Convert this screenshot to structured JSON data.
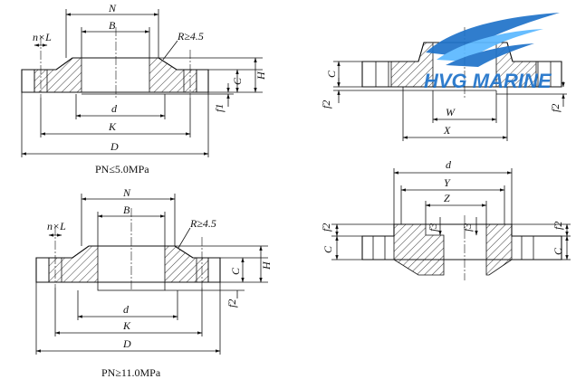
{
  "diagram_1": {
    "labels": {
      "N": "N",
      "B": "B",
      "nxl": "n×L",
      "r": "R≥4.5",
      "d": "d",
      "k": "K",
      "D": "D",
      "C": "C",
      "H": "H",
      "f1": "f1"
    },
    "caption": "PN≤5.0MPa"
  },
  "diagram_2": {
    "labels": {
      "C": "C",
      "f2_left": "f2",
      "W": "W",
      "X": "X",
      "f2_right": "f2"
    }
  },
  "diagram_3": {
    "labels": {
      "N": "N",
      "B": "B",
      "nxl": "n×L",
      "r": "R≥4.5",
      "d": "d",
      "k": "K",
      "D": "D",
      "C": "C",
      "H": "H",
      "f2": "f2"
    },
    "caption": "PN≥11.0MPa"
  },
  "diagram_4": {
    "labels": {
      "d": "d",
      "Y": "Y",
      "Z": "Z",
      "f3_left": "f3",
      "f3_right": "f3",
      "f2_left": "f2",
      "C_left": "C",
      "f2_right": "f2",
      "C_right": "C"
    }
  },
  "watermark": {
    "text": "HVG MARINE",
    "colors": {
      "primary": "#1f73c9",
      "accent": "#5bb8ff"
    }
  }
}
